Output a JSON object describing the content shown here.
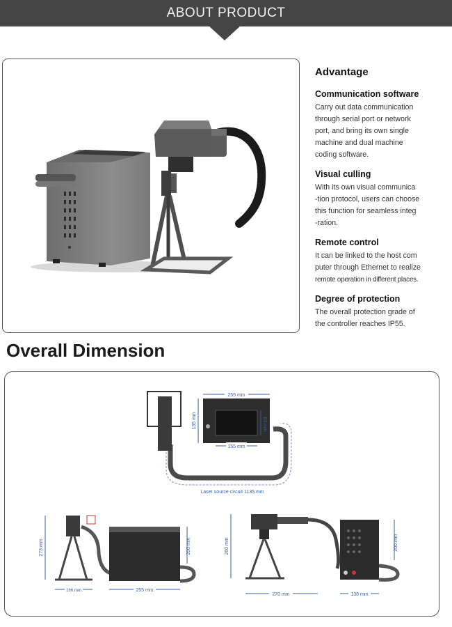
{
  "banner": {
    "title": "ABOUT PRODUCT"
  },
  "advantage": {
    "title": "Advantage",
    "items": [
      {
        "heading": "Communication software",
        "lines": [
          "Carry out data communication",
          "through serial port or network",
          "port, and bring its own single",
          "machine and dual machine",
          "coding software."
        ]
      },
      {
        "heading": "Visual culling",
        "lines": [
          "With its own visual communica",
          "-tion protocol, users can choose",
          "this function for seamless integ",
          "-ration."
        ]
      },
      {
        "heading": "Remote control",
        "lines": [
          "It can be linked to the host com",
          "puter through Ethernet to realize",
          "remote operation in different places."
        ]
      },
      {
        "heading": "Degree of protection",
        "lines": [
          "The overall protection grade of",
          "the controller reaches IP55."
        ]
      }
    ]
  },
  "dimension": {
    "title": "Overall Dimension",
    "top_view": {
      "width": "255 mm",
      "height": "135 mm",
      "inner_width": "155 mm",
      "inner_height": "83 mm",
      "cable": "Laser source circuit 1135 mm"
    },
    "side_view": {
      "height": "273 mm",
      "base_width": "166 mm",
      "box_width": "255 mm",
      "box_height": "200 mm"
    },
    "front_view": {
      "height": "260 mm",
      "head_width": "270 mm",
      "box_width": "138 mm",
      "box_height": "200 mm"
    }
  }
}
